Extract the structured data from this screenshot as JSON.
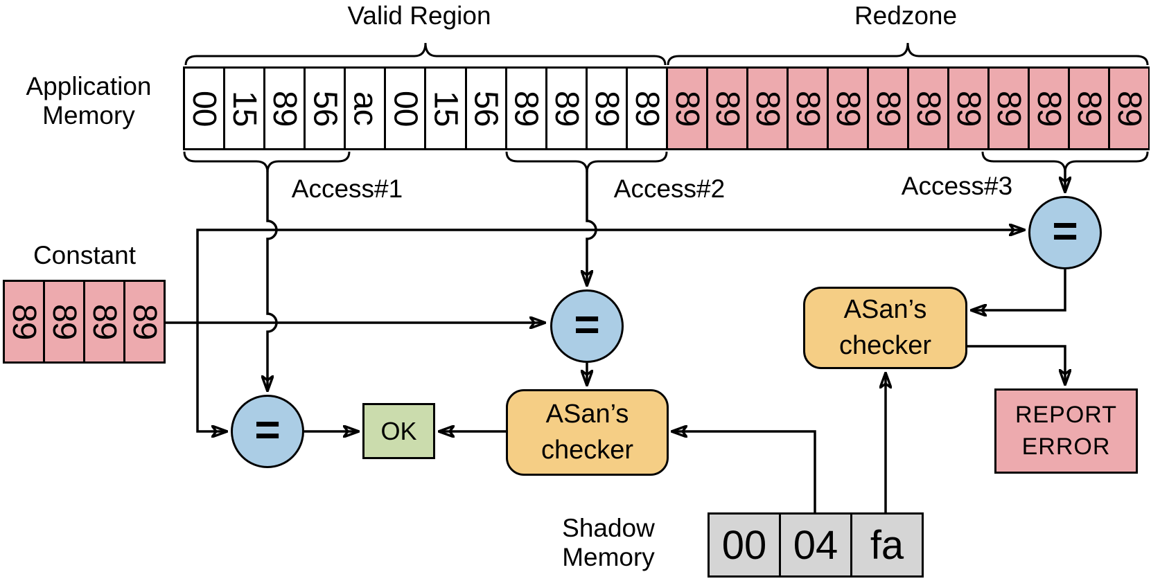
{
  "labels": {
    "application_memory": [
      "Application",
      "Memory"
    ],
    "valid_region": "Valid Region",
    "redzone": "Redzone",
    "access1": "Access#1",
    "access2": "Access#2",
    "access3": "Access#3",
    "constant": "Constant",
    "shadow_memory": [
      "Shadow",
      "Memory"
    ]
  },
  "memory": {
    "valid_cells": [
      "00",
      "15",
      "89",
      "56",
      "ac",
      "00",
      "15",
      "56",
      "89",
      "89",
      "89",
      "89"
    ],
    "redzone_cells": [
      "89",
      "89",
      "89",
      "89",
      "89",
      "89",
      "89",
      "89",
      "89",
      "89",
      "89",
      "89"
    ]
  },
  "constant": {
    "cells": [
      "89",
      "89",
      "89",
      "89"
    ]
  },
  "shadow": {
    "cells": [
      "00",
      "04",
      "fa"
    ]
  },
  "nodes": {
    "equals": "=",
    "asan_checker": [
      "ASan’s",
      "checker"
    ],
    "ok": "OK",
    "report_error": [
      "REPORT",
      "ERROR"
    ]
  },
  "colors": {
    "redzone_pink": "#edaaae",
    "valid_white": "#ffffff",
    "compare_blue": "#abcde5",
    "checker_orange": "#f5ce85",
    "ok_green": "#cbdcad",
    "shadow_gray": "#d5d5d5",
    "line_black": "#000000"
  }
}
